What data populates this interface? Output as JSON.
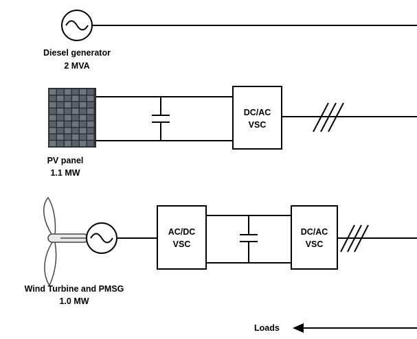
{
  "diesel": {
    "name": "Diesel generator",
    "rating": "2 MVA"
  },
  "pv": {
    "name": "PV panel",
    "rating": "1.1 MW",
    "inverter_line1": "DC/AC",
    "inverter_line2": "VSC"
  },
  "wind": {
    "name": "Wind Turbine and PMSG",
    "rating": "1.0 MW",
    "rectifier_line1": "AC/DC",
    "rectifier_line2": "VSC",
    "inverter_line1": "DC/AC",
    "inverter_line2": "VSC"
  },
  "loads": {
    "label": "Loads"
  },
  "icons": {
    "ac_source": "ac-source-icon",
    "capacitor": "capacitor-icon",
    "pv_array": "solar-panel-icon",
    "turbine": "wind-turbine-icon",
    "three_phase": "three-phase-marker-icon"
  }
}
